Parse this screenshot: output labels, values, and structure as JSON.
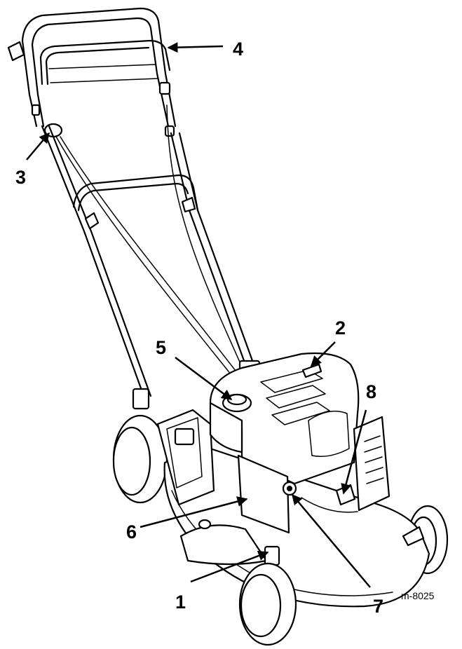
{
  "diagram": {
    "drawing_code": "m-8025",
    "callouts": [
      {
        "id": "1",
        "label": "1"
      },
      {
        "id": "2",
        "label": "2"
      },
      {
        "id": "3",
        "label": "3"
      },
      {
        "id": "4",
        "label": "4"
      },
      {
        "id": "5",
        "label": "5"
      },
      {
        "id": "6",
        "label": "6"
      },
      {
        "id": "7",
        "label": "7"
      },
      {
        "id": "8",
        "label": "8"
      }
    ]
  },
  "colors": {
    "ink": "#000000",
    "paper": "#ffffff"
  }
}
